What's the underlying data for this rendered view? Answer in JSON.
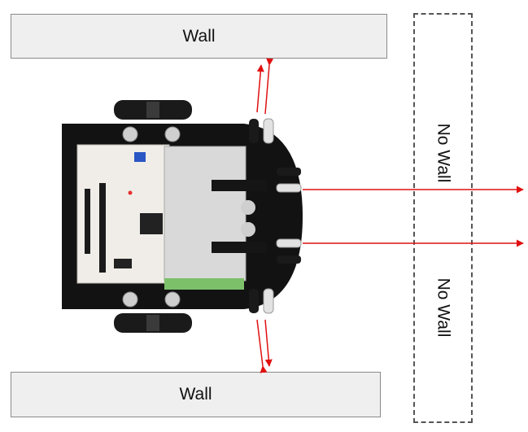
{
  "walls": {
    "top_label": "Wall",
    "bottom_label": "Wall"
  },
  "no_wall": {
    "top_label": "No Wall",
    "bottom_label": "No Wall"
  },
  "robot": {
    "pcb_color": "#111111",
    "board_color": "#ececec",
    "wheel_color": "#1a1a1a"
  },
  "arrow_color": "#e01010"
}
